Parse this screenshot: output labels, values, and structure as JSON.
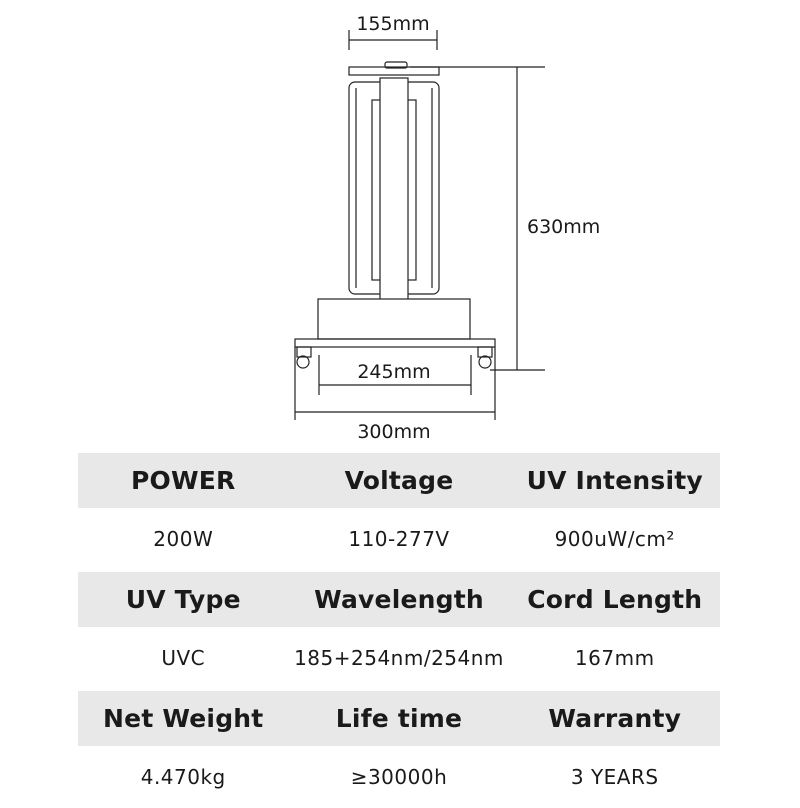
{
  "dimensions": {
    "top_width": "155mm",
    "height": "630mm",
    "inner_base": "245mm",
    "base_width": "300mm"
  },
  "specs": [
    {
      "headers": [
        "POWER",
        "Voltage",
        "UV Intensity"
      ],
      "values": [
        "200W",
        "110-277V",
        "900uW/cm²"
      ]
    },
    {
      "headers": [
        "UV Type",
        "Wavelength",
        "Cord Length"
      ],
      "values": [
        "UVC",
        "185+254nm/254nm",
        "167mm"
      ]
    },
    {
      "headers": [
        "Net Weight",
        "Life time",
        "Warranty"
      ],
      "values": [
        "4.470kg",
        "≥30000h",
        "3 YEARS"
      ]
    }
  ]
}
